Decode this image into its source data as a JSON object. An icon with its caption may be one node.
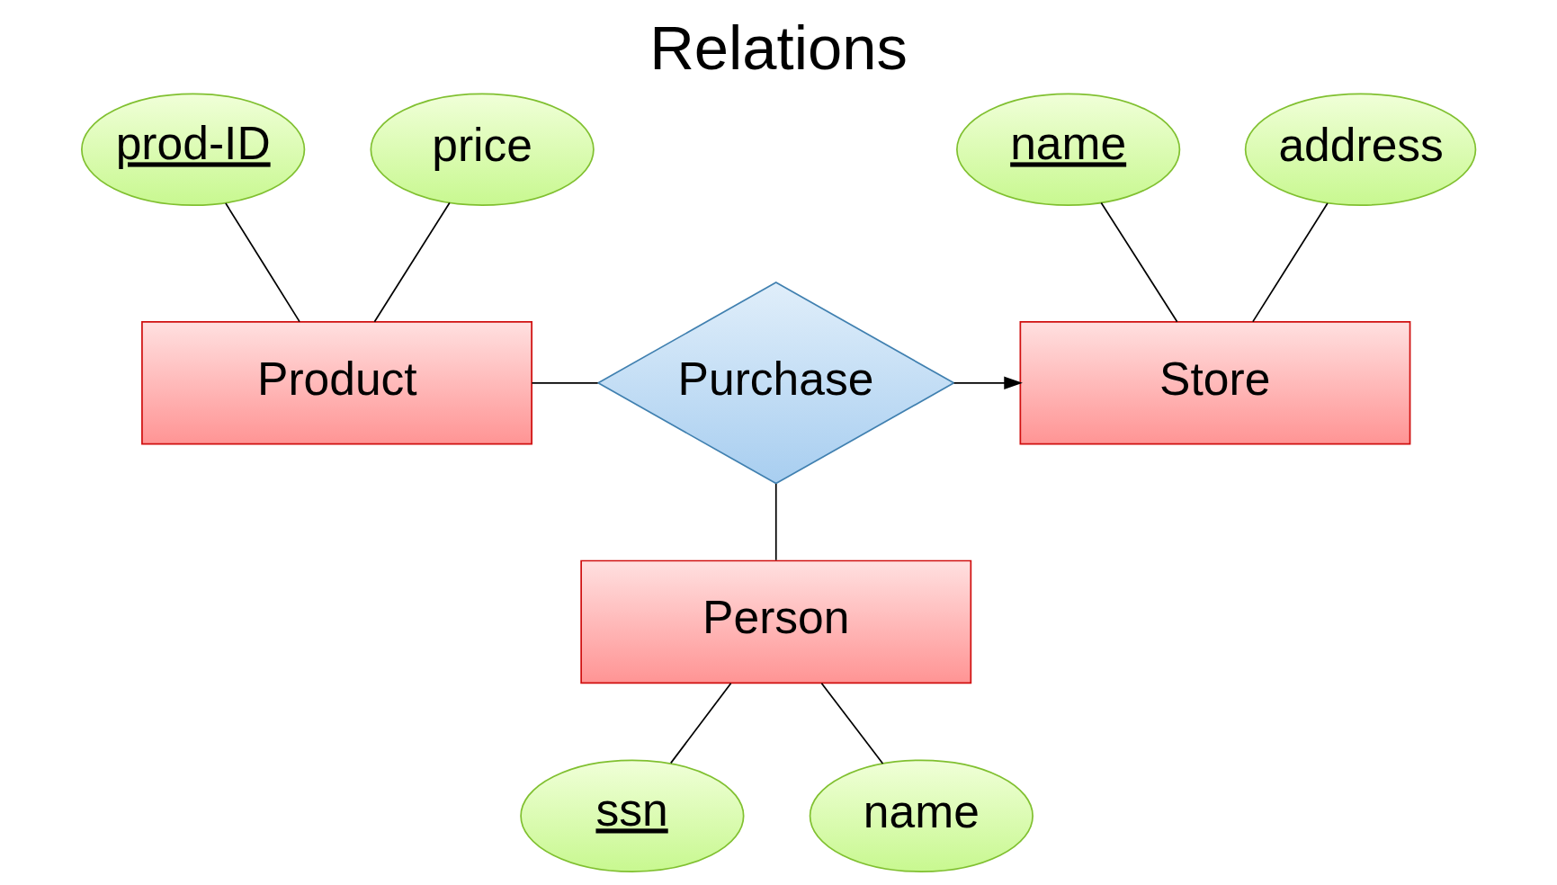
{
  "diagram": {
    "title": "Relations",
    "nodes": [
      {
        "text": [
          "Product"
        ]
      },
      {
        "text": [
          "prod-ID"
        ]
      },
      {
        "text": [
          "price"
        ]
      },
      {
        "text": [
          "Purchase"
        ]
      },
      {
        "text": [
          "name"
        ]
      },
      {
        "text": [
          "address"
        ]
      },
      {
        "text": [
          "Store"
        ]
      },
      {
        "text": [
          "Person"
        ]
      },
      {
        "text": [
          "ssn"
        ]
      },
      {
        "text": [
          "name"
        ]
      }
    ],
    "edges": [
      {
        "from": 0,
        "to": 1,
        "arrow": "none"
      },
      {
        "from": 0,
        "to": 2,
        "arrow": "none"
      },
      {
        "from": 0,
        "to": 3,
        "arrow": "none"
      },
      {
        "from": 3,
        "to": 6,
        "arrow": "to"
      },
      {
        "from": 4,
        "to": 6,
        "arrow": "none"
      },
      {
        "from": 5,
        "to": 6,
        "arrow": "none"
      },
      {
        "from": 3,
        "to": 7,
        "arrow": "none"
      },
      {
        "from": 7,
        "to": 8,
        "arrow": "none"
      },
      {
        "from": 7,
        "to": 9,
        "arrow": "none"
      }
    ]
  }
}
